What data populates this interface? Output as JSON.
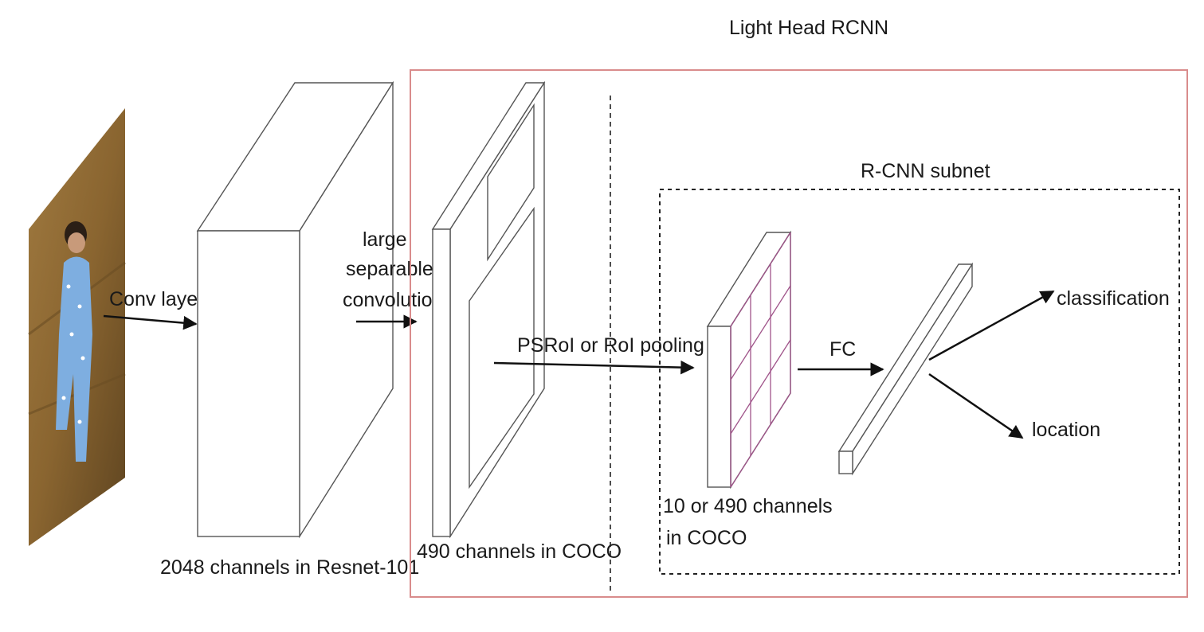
{
  "title": "Light Head RCNN",
  "subnet_title": "R-CNN subnet",
  "labels": {
    "conv_layers": "Conv layers",
    "large": "large",
    "separable": "separable",
    "convolution": "convolution",
    "pooling": "PSRoI or RoI pooling",
    "fc": "FC",
    "classification": "classification",
    "location": "location",
    "resnet_channels": "2048 channels in Resnet-101",
    "coco_channels": "490 channels in COCO",
    "pooled_channels_line1": "10  or 490 channels",
    "pooled_channels_line2": "in COCO"
  },
  "colors": {
    "light_head_border": "#d98c8c",
    "grid": "#a0548a",
    "outline": "#555555"
  }
}
